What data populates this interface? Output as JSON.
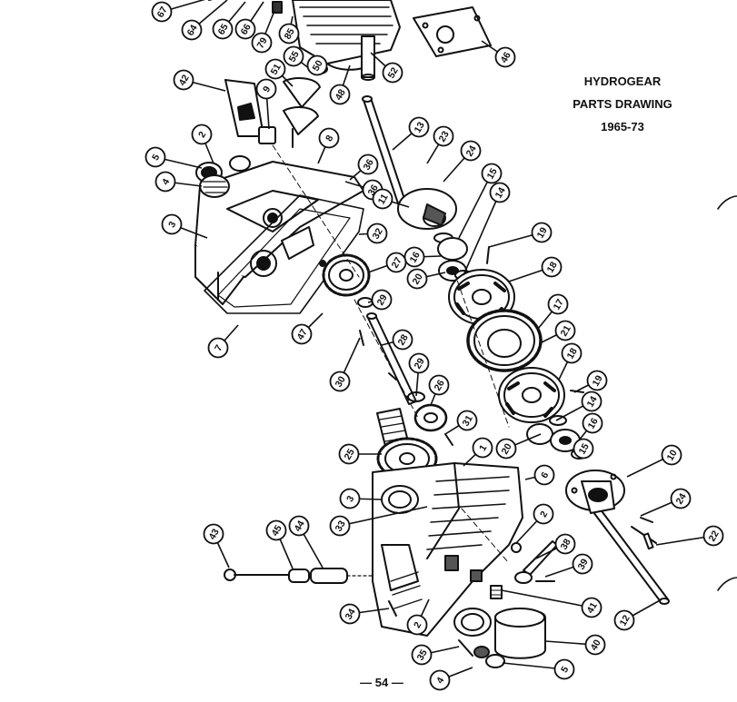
{
  "title": {
    "line1": "HYDROGEAR",
    "line2": "PARTS DRAWING",
    "line3": "1965-73"
  },
  "page_number": "— 54 —",
  "callouts": [
    "67",
    "64",
    "65",
    "66",
    "79",
    "85",
    "42",
    "9",
    "51",
    "55",
    "50",
    "48",
    "52",
    "46",
    "2",
    "5",
    "4",
    "3",
    "36",
    "8",
    "36",
    "32",
    "13",
    "23",
    "24",
    "11",
    "15",
    "14",
    "19",
    "16",
    "20",
    "27",
    "29",
    "18",
    "17",
    "21",
    "47",
    "28",
    "30",
    "29",
    "26",
    "31",
    "7",
    "18",
    "19",
    "14",
    "16",
    "20",
    "15",
    "1",
    "25",
    "3",
    "6",
    "2",
    "10",
    "24",
    "33",
    "38",
    "39",
    "22",
    "43",
    "45",
    "44",
    "41",
    "34",
    "2",
    "35",
    "4",
    "40",
    "5",
    "12"
  ]
}
